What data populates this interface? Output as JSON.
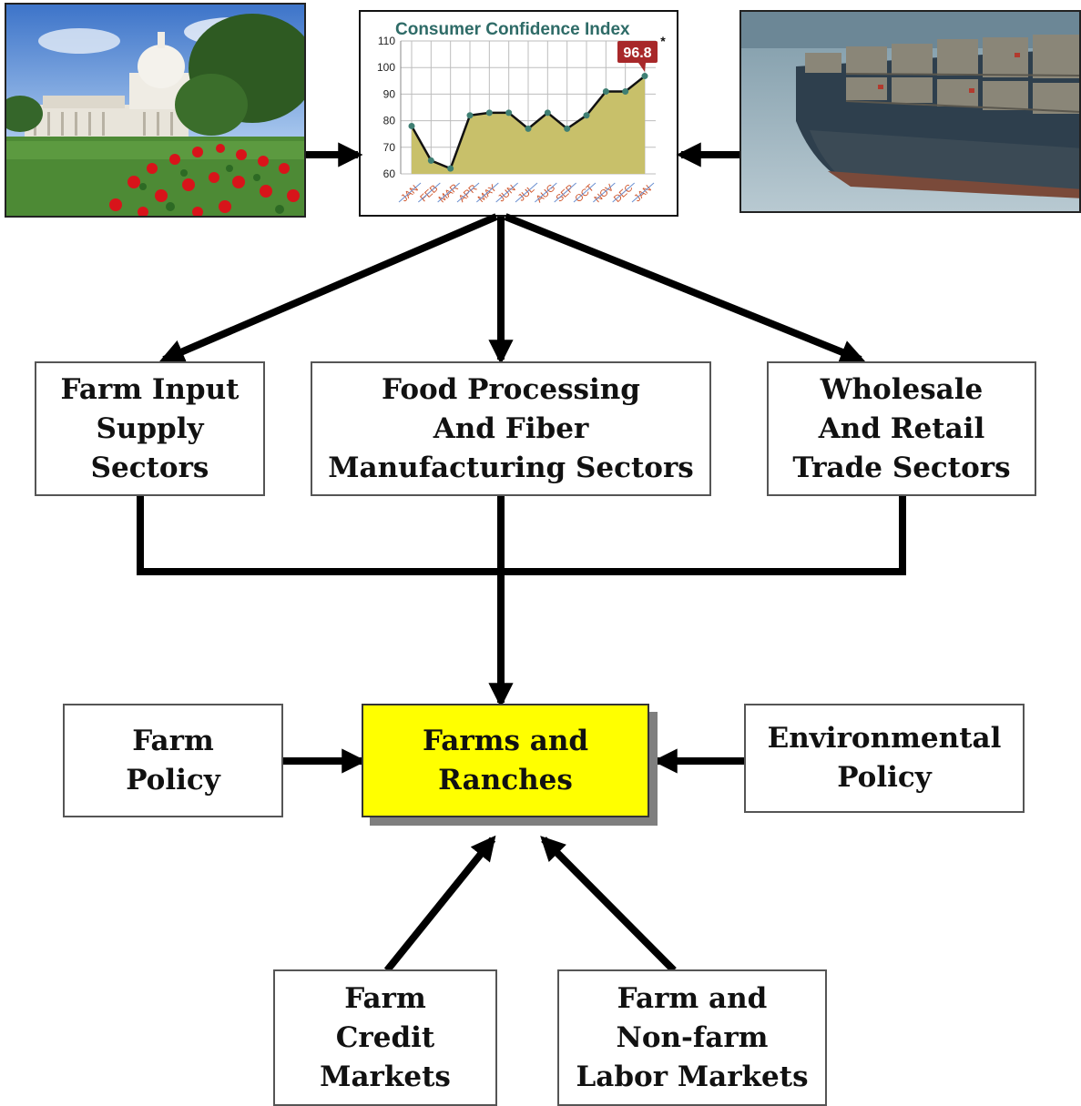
{
  "diagram": {
    "boxes": {
      "farm_input": [
        "Farm Input",
        "Supply",
        "Sectors"
      ],
      "food_processing": [
        "Food Processing",
        "And Fiber",
        "Manufacturing Sectors"
      ],
      "wholesale": [
        "Wholesale",
        "And Retail",
        "Trade Sectors"
      ],
      "farm_policy": [
        "Farm",
        "Policy"
      ],
      "farms_ranches": [
        "Farms and",
        "Ranches"
      ],
      "environmental": [
        "Environmental",
        "Policy"
      ],
      "credit": [
        "Farm",
        "Credit",
        "Markets"
      ],
      "labor": [
        "Farm and",
        "Non-farm",
        "Labor Markets"
      ]
    },
    "images": {
      "left": "capitol-building-photo",
      "right": "cargo-ship-photo"
    },
    "colors": {
      "highlight": "#ffff00",
      "chart_area": "#c8c06a",
      "chart_title": "#2e6b67",
      "callout": "#a8282a"
    }
  },
  "chart_data": {
    "type": "area",
    "title": "Consumer Confidence Index",
    "categories": [
      "JAN",
      "FEB",
      "MAR",
      "APR",
      "MAY",
      "JUN",
      "JUL",
      "AUG",
      "SEP",
      "OCT",
      "NOV",
      "DEC",
      "JAN"
    ],
    "values": [
      78,
      65,
      62,
      82,
      83,
      83,
      77,
      83,
      77,
      82,
      91,
      91,
      96.8
    ],
    "ylim": [
      60,
      110
    ],
    "yticks": [
      60,
      70,
      80,
      90,
      100,
      110
    ],
    "callout": "96.8",
    "callout_mark": "*",
    "grid": true
  }
}
